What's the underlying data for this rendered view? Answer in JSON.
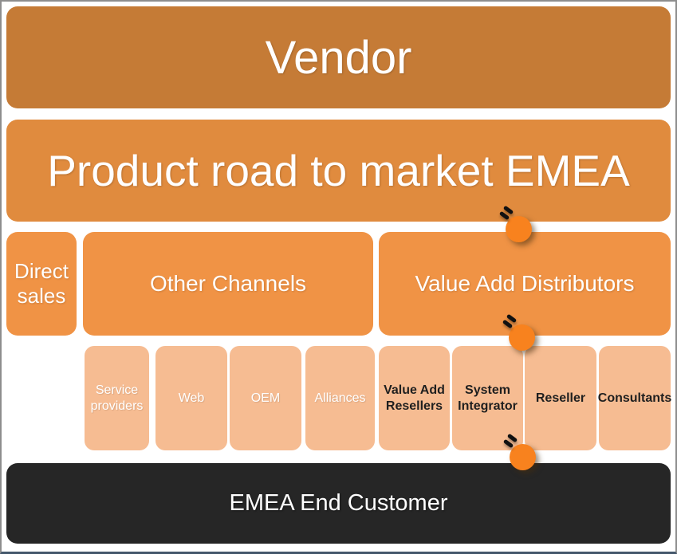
{
  "colors": {
    "page_bg": "#ffffff",
    "frame_border": "#8e8e8e",
    "frame_border_bottom": "#44586c",
    "vendor_fill": "#c57b36",
    "road_fill": "#e08b3e",
    "channel_fill": "#f09345",
    "sub_fill": "#f6bc92",
    "customer_fill": "#262626",
    "marker_fill": "#f8821e",
    "marker_dash": "#111111",
    "text_light": "#ffffff",
    "text_dark": "#1f1f1f"
  },
  "diagram": {
    "vendor": {
      "label": "Vendor"
    },
    "road": {
      "label": "Product road to market EMEA"
    },
    "channels": [
      {
        "label": "Direct sales"
      },
      {
        "label": "Other Channels"
      },
      {
        "label": "Value Add Distributors"
      }
    ],
    "other_channel_partners": [
      {
        "label": "Service providers"
      },
      {
        "label": "Web"
      },
      {
        "label": "OEM"
      },
      {
        "label": "Alliances"
      }
    ],
    "distributor_partners": [
      {
        "label": "Value Add Resellers"
      },
      {
        "label": "System Integrator"
      },
      {
        "label": "Reseller"
      },
      {
        "label": "Consultants"
      }
    ],
    "customer": {
      "label": "EMEA End Customer"
    }
  }
}
